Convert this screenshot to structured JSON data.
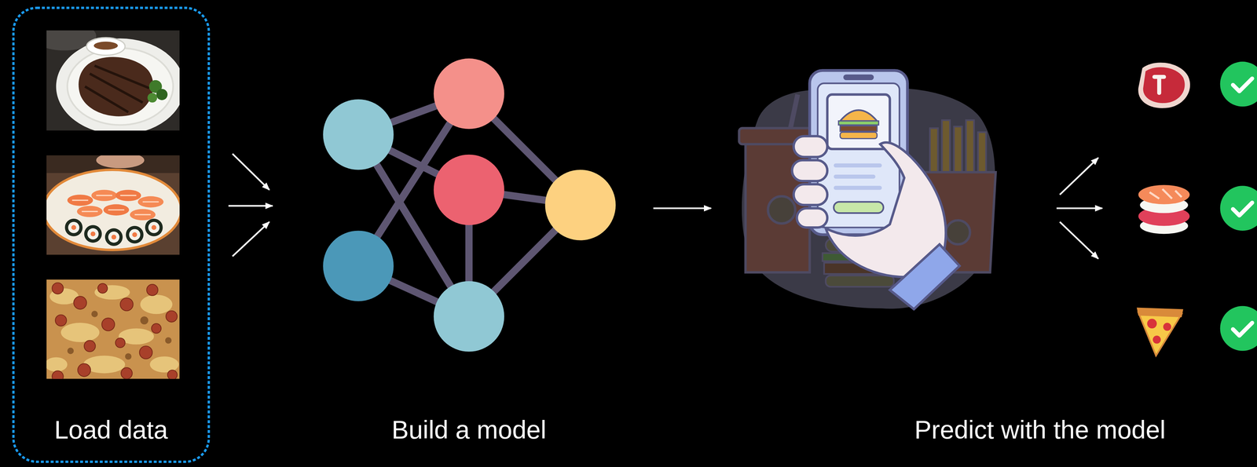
{
  "diagram": {
    "nodes": [
      {
        "text": [
          "Load data"
        ]
      }
    ],
    "labels": [
      "Build a model",
      "Predict with the model"
    ]
  }
}
